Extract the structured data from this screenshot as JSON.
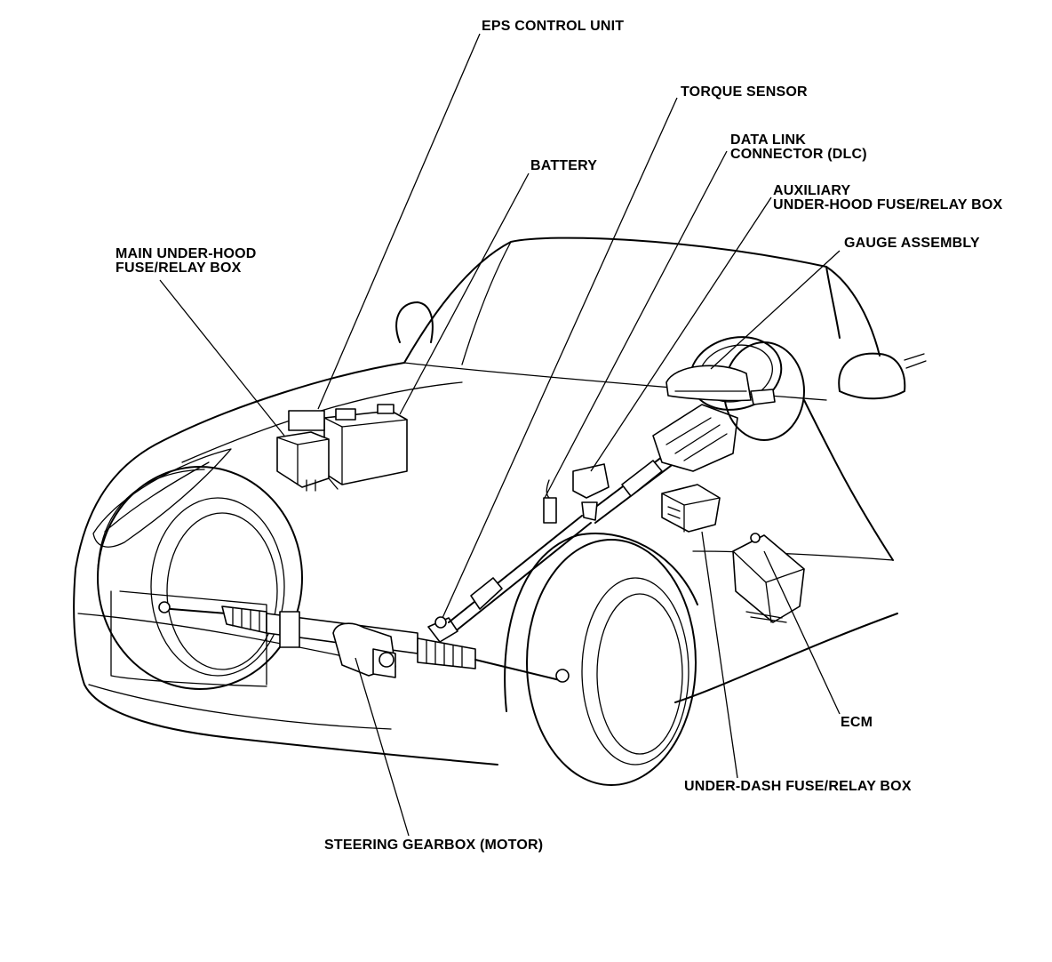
{
  "labels": {
    "eps_control_unit": "EPS CONTROL UNIT",
    "torque_sensor": "TORQUE SENSOR",
    "data_link_connector_line1": "DATA LINK",
    "data_link_connector_line2": "CONNECTOR (DLC)",
    "battery": "BATTERY",
    "auxiliary_fuse_box_line1": "AUXILIARY",
    "auxiliary_fuse_box_line2": "UNDER-HOOD FUSE/RELAY BOX",
    "main_fuse_box_line1": "MAIN UNDER-HOOD",
    "main_fuse_box_line2": "FUSE/RELAY BOX",
    "gauge_assembly": "GAUGE ASSEMBLY",
    "ecm": "ECM",
    "under_dash_fuse_box": "UNDER-DASH FUSE/RELAY BOX",
    "steering_gearbox": "STEERING GEARBOX (MOTOR)"
  }
}
